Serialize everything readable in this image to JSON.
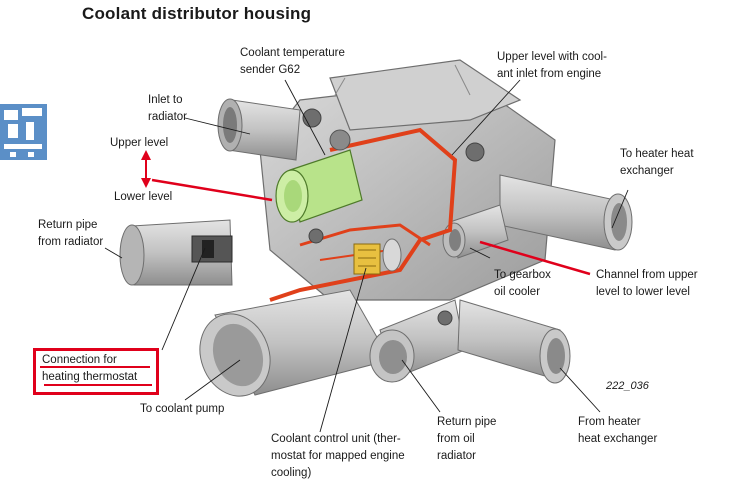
{
  "title": "Coolant distributor housing",
  "figure_number": "222_036",
  "colors": {
    "housing": "#c7c7c7",
    "housing_shadow": "#8c8c8c",
    "cutaway_red": "#e0401a",
    "sensor_green": "#b8e38a",
    "arrow_red": "#e0001b",
    "icon_blue": "#5b8fc7"
  },
  "icons": [
    "side-tab-icon",
    "up-down-arrow-icon"
  ],
  "labels": {
    "coolant_temp_sender": "Coolant temperature\nsender G62",
    "upper_level_inlet": "Upper level with cool-\nant inlet from engine",
    "inlet_to_radiator": "Inlet to\nradiator",
    "upper_level": "Upper level",
    "lower_level": "Lower level",
    "to_heater_heat_exchanger": "To heater heat\nexchanger",
    "return_pipe_radiator": "Return pipe\nfrom radiator",
    "to_gearbox_oil_cooler": "To gearbox\noil cooler",
    "channel_upper_lower": "Channel from upper\nlevel to lower level",
    "connection_heating_thermostat": "Connection for\nheating thermostat",
    "to_coolant_pump": "To coolant pump",
    "coolant_control_unit": "Coolant control unit (ther-\nmostat for mapped engine\ncooling)",
    "return_pipe_oil_radiator": "Return pipe\nfrom oil\nradiator",
    "from_heater_heat_exchanger": "From heater\nheat exchanger"
  }
}
